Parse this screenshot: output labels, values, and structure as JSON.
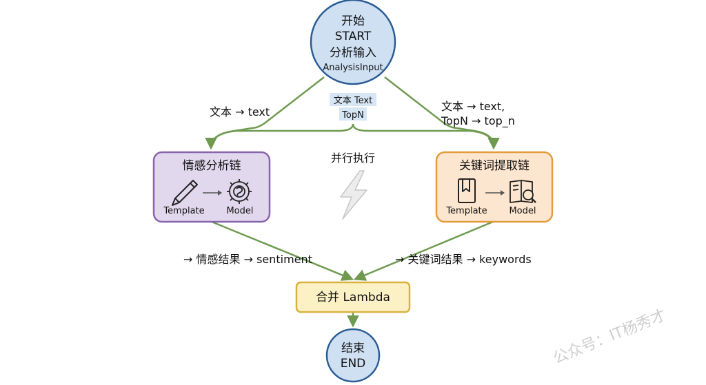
{
  "start_node": {
    "title_cn": "开始",
    "title_en": "START",
    "sub_cn": "分析输入",
    "sub_en": "AnalysisInput"
  },
  "center_tag": {
    "line1": "文本 Text",
    "line2": "TopN"
  },
  "edges": {
    "left_in": "文本 → text",
    "right_in_line1": "文本 → text,",
    "right_in_line2": "TopN → top_n",
    "left_out": "→ 情感结果 → sentiment",
    "right_out": "→ 关键词结果 → keywords"
  },
  "parallel_label": "并行执行",
  "sentiment_chain": {
    "title": "情感分析链",
    "template_label": "Template",
    "model_label": "Model"
  },
  "keyword_chain": {
    "title": "关键词提取链",
    "template_label": "Template",
    "model_label": "Model"
  },
  "merge_node": {
    "label": "合并 Lambda"
  },
  "end_node": {
    "title_cn": "结束",
    "title_en": "END"
  },
  "watermark": "公众号：IT杨秀才",
  "colors": {
    "arrow": "#6f9a50",
    "start_fill": "#cfe0f3",
    "start_stroke": "#2a5c93",
    "tag_fill": "#d6e6f5",
    "sentiment_fill": "#e1d8ee",
    "sentiment_stroke": "#8a63ad",
    "keyword_fill": "#fde6cf",
    "keyword_stroke": "#e39b3b",
    "merge_fill": "#fbf1c4",
    "merge_stroke": "#d8b13e",
    "end_fill": "#cfe0f3",
    "end_stroke": "#2a5c93"
  },
  "icons": [
    "pencil-icon",
    "brain-gear-icon",
    "bookmark-icon",
    "book-magnifier-icon",
    "lightning-icon"
  ]
}
